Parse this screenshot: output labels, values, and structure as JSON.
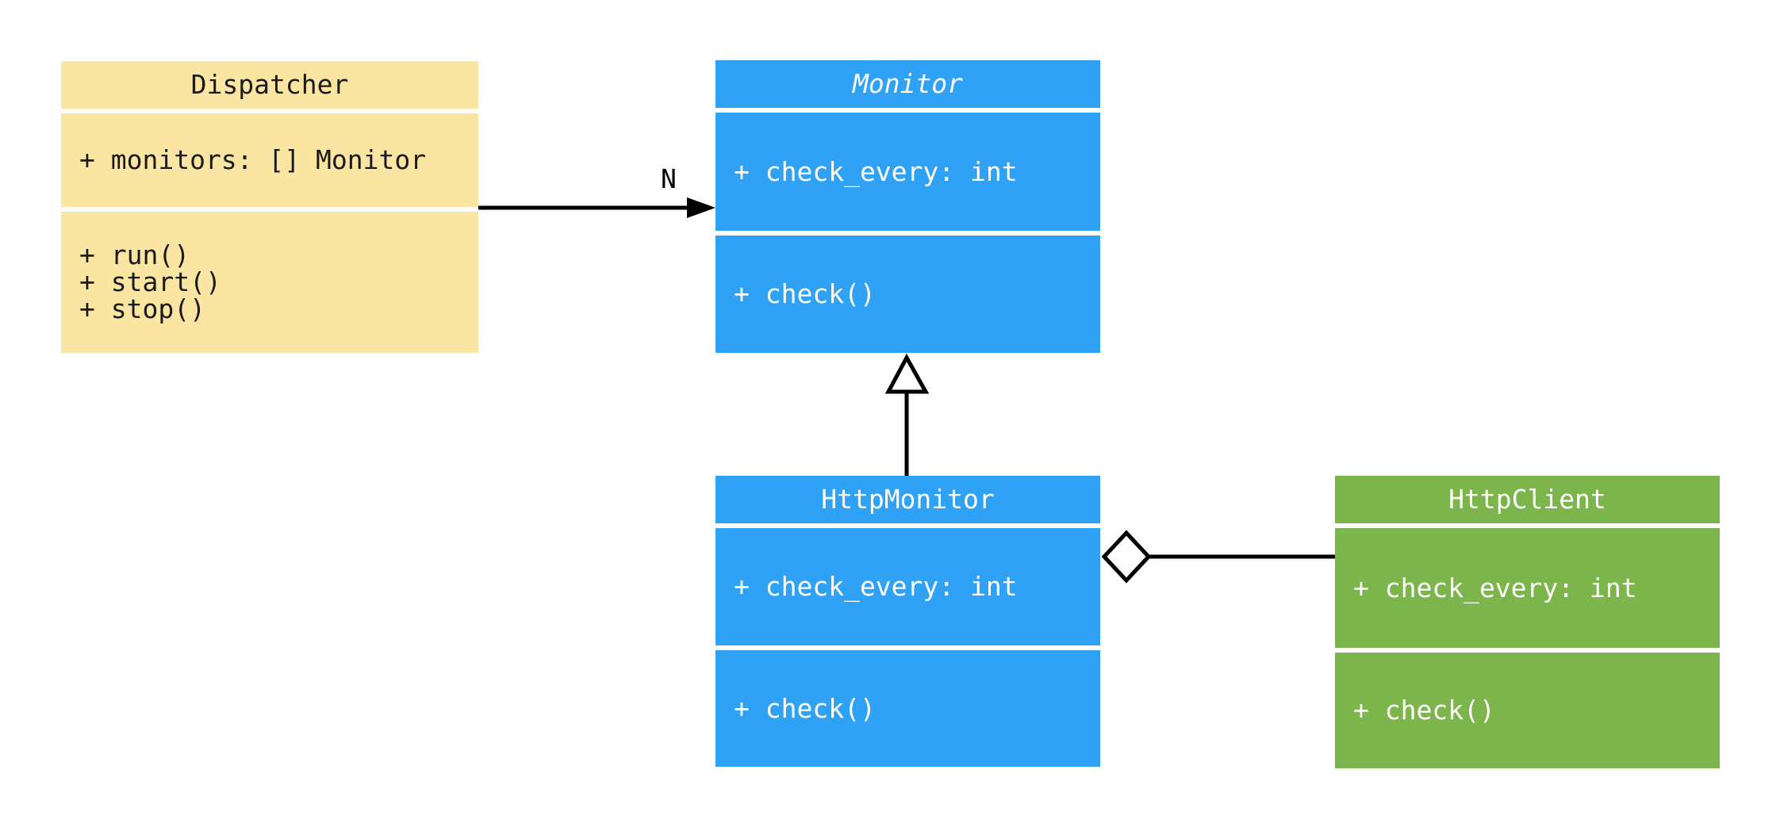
{
  "diagram": {
    "kind": "uml-class-diagram",
    "classes": [
      {
        "id": "dispatcher",
        "name": "Dispatcher",
        "abstract": false,
        "attributes": [
          "+ monitors: [] Monitor"
        ],
        "methods": [
          "+ run()",
          "+ start()",
          "+ stop()"
        ],
        "fill": "#FAE6A2",
        "text_color": "#1A1A1A"
      },
      {
        "id": "monitor",
        "name": "Monitor",
        "abstract": true,
        "attributes": [
          "+ check_every: int"
        ],
        "methods": [
          "+ check()"
        ],
        "fill": "#2FA2F6",
        "text_color": "#FFFFFF"
      },
      {
        "id": "httpmonitor",
        "name": "HttpMonitor",
        "abstract": false,
        "attributes": [
          "+ check_every: int"
        ],
        "methods": [
          "+ check()"
        ],
        "fill": "#2FA2F6",
        "text_color": "#FFFFFF"
      },
      {
        "id": "httpclient",
        "name": "HttpClient",
        "abstract": false,
        "attributes": [
          "+ check_every: int"
        ],
        "methods": [
          "+ check()"
        ],
        "fill": "#7BB54B",
        "text_color": "#FFFFFF"
      }
    ],
    "relationships": [
      {
        "from": "Dispatcher",
        "to": "Monitor",
        "type": "directed-association",
        "label": "N"
      },
      {
        "from": "HttpMonitor",
        "to": "Monitor",
        "type": "inheritance",
        "label": ""
      },
      {
        "from": "HttpMonitor",
        "to": "HttpClient",
        "type": "aggregation",
        "label": ""
      }
    ],
    "edge_color": "#000000",
    "background": "#FFFFFF"
  }
}
